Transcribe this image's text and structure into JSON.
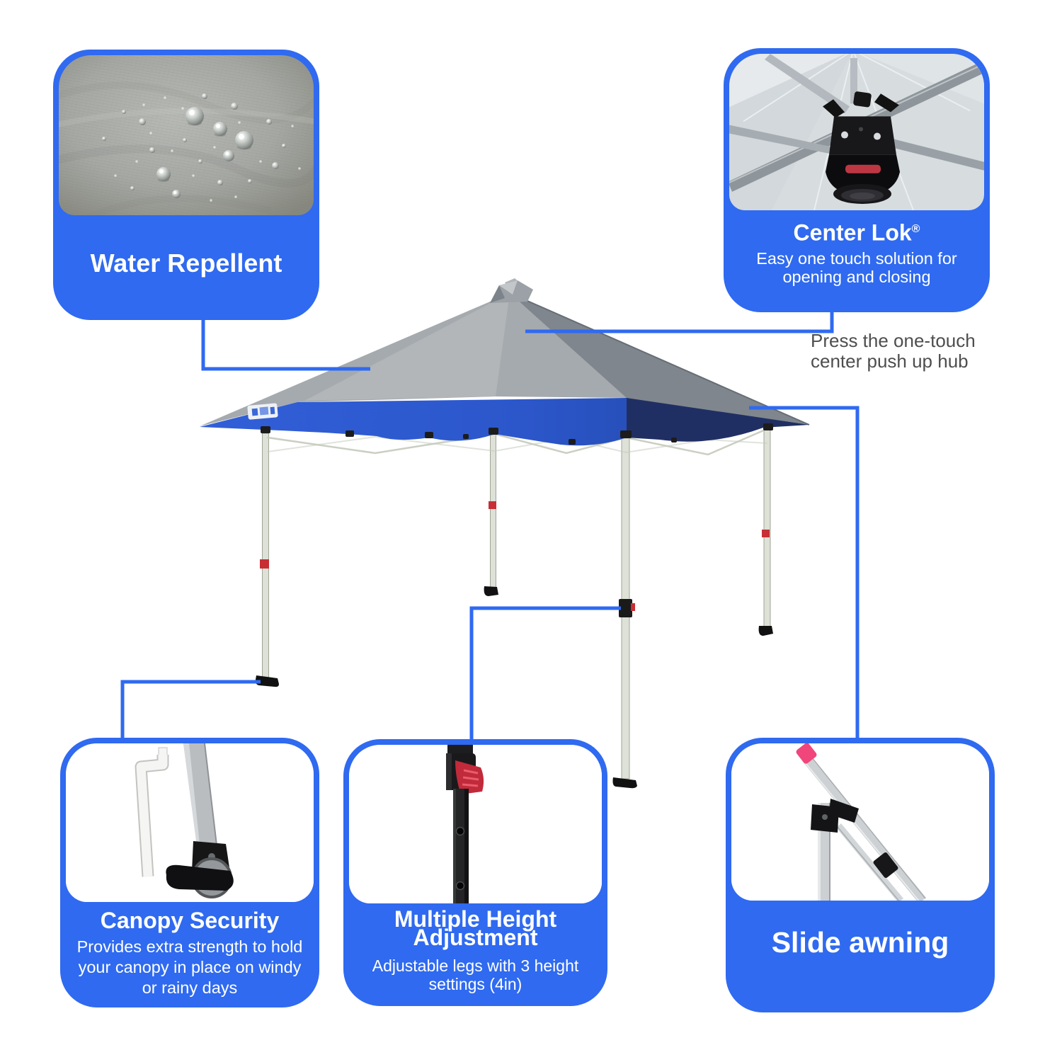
{
  "colors": {
    "card_blue": "#2f6af0",
    "connector_blue": "#2f6af0",
    "valance_blue": "#2c57cb",
    "valance_navy": "#202f63",
    "canopy_gray": "#a5aaae",
    "note_text_gray": "#4e4e4e",
    "card_text": "#ffffff"
  },
  "cards": {
    "water_repellent": {
      "title": "Water Repellent"
    },
    "center_lok": {
      "title": "Center Lok",
      "registered_mark": "®",
      "desc_line1": "Easy one touch solution for",
      "desc_line2": "opening and closing"
    },
    "canopy_security": {
      "title": "Canopy Security",
      "desc_line1": "Provides extra strength to hold",
      "desc_line2": "your canopy in place on windy",
      "desc_line3": "or rainy days"
    },
    "multiple_height": {
      "title_line1": "Multiple Height",
      "title_line2": "Adjustment",
      "desc_line1": "Adjustable legs with 3 height",
      "desc_line2": "settings (4in)"
    },
    "slide_awning": {
      "title": "Slide awning"
    }
  },
  "annotations": {
    "hub_note_line1": "Press the one-touch",
    "hub_note_line2": "center push up hub"
  }
}
